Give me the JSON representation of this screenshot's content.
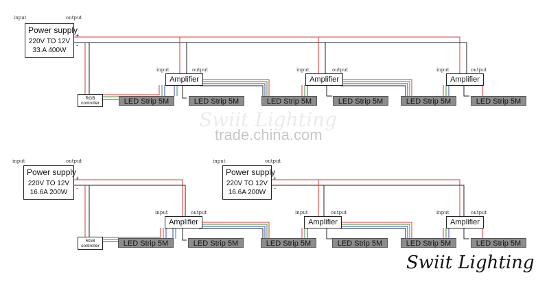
{
  "colors": {
    "red": "#d83a3a",
    "green": "#2c9a3a",
    "blue": "#3b4ab8",
    "black": "#222222",
    "strip": "#8c8c8c"
  },
  "labels": {
    "input": "input",
    "output": "output",
    "plus": "+",
    "minus": "-"
  },
  "diagram1": {
    "power_supply": {
      "title": "Power supply",
      "voltage": "220V TO 12V",
      "rating": "33.A  400W"
    },
    "controller": {
      "line1": "RGB",
      "line2": "controller"
    },
    "amplifiers": [
      "Amplifier",
      "Amplifier",
      "Amplifier"
    ],
    "strips": [
      "LED Strip 5M",
      "LED Strip 5M",
      "LED Strip 5M",
      "LED Strip 5M",
      "LED Strip 5M",
      "LED Strip 5M"
    ]
  },
  "diagram2": {
    "power_supply_a": {
      "title": "Power supply",
      "voltage": "220V TO 12V",
      "rating": "16.6A  200W"
    },
    "power_supply_b": {
      "title": "Power supply",
      "voltage": "220V TO 12V",
      "rating": "16.6A  200W"
    },
    "controller": {
      "line1": "RGB",
      "line2": "controller"
    },
    "amplifiers": [
      "Amplifier",
      "Amplifier",
      "Amplifier"
    ],
    "strips": [
      "LED Strip 5M",
      "LED Strip 5M",
      "LED Strip 5M",
      "LED Strip 5M",
      "LED Strip 5M",
      "LED Strip 5M"
    ]
  },
  "watermark": {
    "text": "trade.china.com",
    "script": "Swiit Lighting"
  },
  "brand": {
    "text": "Swiit Lighting"
  }
}
